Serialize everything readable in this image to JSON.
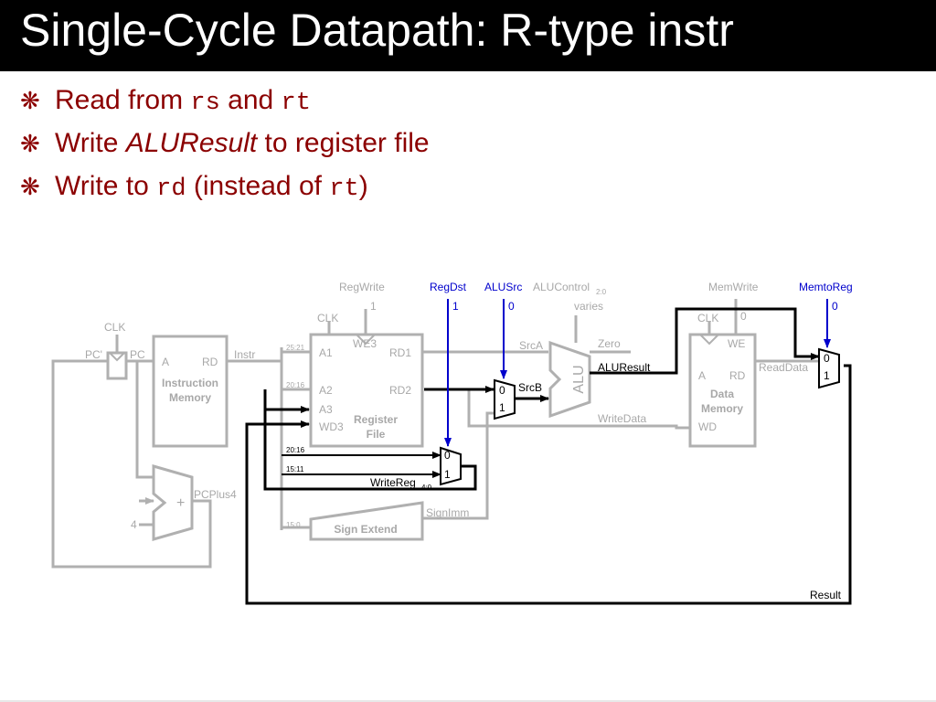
{
  "slide": {
    "title": "Single-Cycle Datapath: R-type instr",
    "bullet_glyph": "❋",
    "bullets": [
      {
        "p1": "Read from ",
        "c1": "rs",
        "p2": " and ",
        "c2": "rt"
      },
      {
        "p1": "Write ",
        "em": "ALUResult",
        "p2": " to register file"
      },
      {
        "p1": "Write to ",
        "c1": "rd",
        "p2": " (instead of ",
        "c2": "rt",
        "p3": ")"
      }
    ]
  },
  "diagram": {
    "control": {
      "regwrite": "RegWrite",
      "regwrite_val": "1",
      "regdst": "RegDst",
      "regdst_val": "1",
      "alusrc": "ALUSrc",
      "alusrc_val": "0",
      "alucontrol": "ALUControl",
      "alucontrol_sub": "2:0",
      "alucontrol_val": "varies",
      "memwrite": "MemWrite",
      "memwrite_val": "0",
      "memtoreg": "MemtoReg",
      "memtoreg_val": "0"
    },
    "clk": "CLK",
    "pc_prime": "PC'",
    "pc": "PC",
    "instr": "Instr",
    "imem": {
      "a": "A",
      "rd": "RD",
      "line1": "Instruction",
      "line2": "Memory"
    },
    "rf": {
      "we3": "WE3",
      "a1": "A1",
      "rd1": "RD1",
      "a2": "A2",
      "rd2": "RD2",
      "a3": "A3",
      "wd3": "WD3",
      "line1": "Register",
      "line2": "File"
    },
    "fields": {
      "f1": "25:21",
      "f2": "20:16",
      "f3": "20:16",
      "f4": "15:11",
      "f5": "15:0"
    },
    "alu": "ALU",
    "srca": "SrcA",
    "srcb": "SrcB",
    "zero": "Zero",
    "aluresult": "ALUResult",
    "writedata": "WriteData",
    "writereg": "WriteReg",
    "writereg_sub": "4:0",
    "dmem": {
      "we": "WE",
      "a": "A",
      "rd": "RD",
      "wd": "WD",
      "line1": "Data",
      "line2": "Memory"
    },
    "readdata": "ReadData",
    "signext": "Sign Extend",
    "signimm": "SignImm",
    "pcplus4": "PCPlus4",
    "four": "4",
    "plus": "+",
    "result": "Result",
    "mux0": "0",
    "mux1": "1"
  }
}
